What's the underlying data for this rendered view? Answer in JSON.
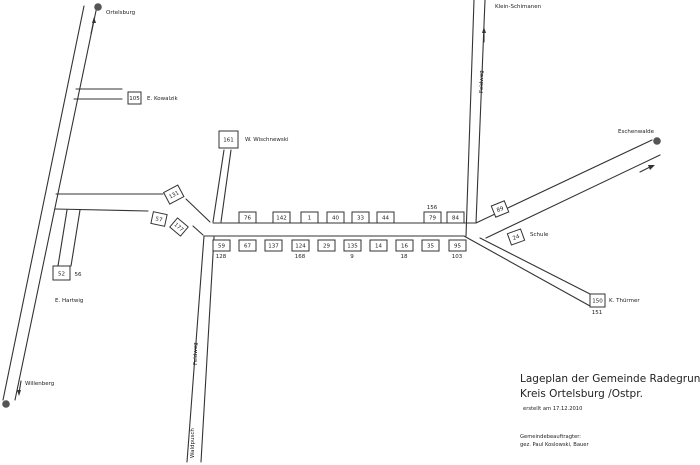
{
  "places": {
    "ortelsburg": "Ortelsburg",
    "klein_schimanen": "Klein-Schimanen",
    "eschenwalde": "Eschenwalde",
    "willenberg": "Willenberg",
    "waldpusch": "Waldpusch",
    "feldweg_north": "Feldweg",
    "feldweg_south": "Feldweg",
    "schule": "Schule"
  },
  "owners": {
    "kowalzik": "E. Kowalzik",
    "wischnewski": "W. Wischnewski",
    "hartwig": "E. Hartwig",
    "thuermer": "K. Thürmer"
  },
  "houses": {
    "h105": "105",
    "h161": "161",
    "h131": "131",
    "h57": "57",
    "h177": "177",
    "h52": "52",
    "h76": "76",
    "h142": "142",
    "h1": "1",
    "h40": "40",
    "h33": "33",
    "h44": "44",
    "h79": "79",
    "h84": "84",
    "h89": "89",
    "h59": "59",
    "h67": "67",
    "h137": "137",
    "h124": "124",
    "h29": "29",
    "h135": "135",
    "h14": "14",
    "h16": "16",
    "h35": "35",
    "h95": "95",
    "h24": "24",
    "h150": "150"
  },
  "extra_numbers": {
    "n56": "56",
    "n156": "156",
    "n128": "128",
    "n168": "168",
    "n9": "9",
    "n18": "18",
    "n103": "103",
    "n151": "151"
  },
  "legend": {
    "title_line1": "Lageplan der Gemeinde Radegrund",
    "title_line2": "Kreis Ortelsburg /Ostpr.",
    "created": "erstellt am 17.12.2010",
    "representative_title": "Gemeindebeauftragter:",
    "representative_name": "gez. Paul Koslowski, Bauer"
  }
}
